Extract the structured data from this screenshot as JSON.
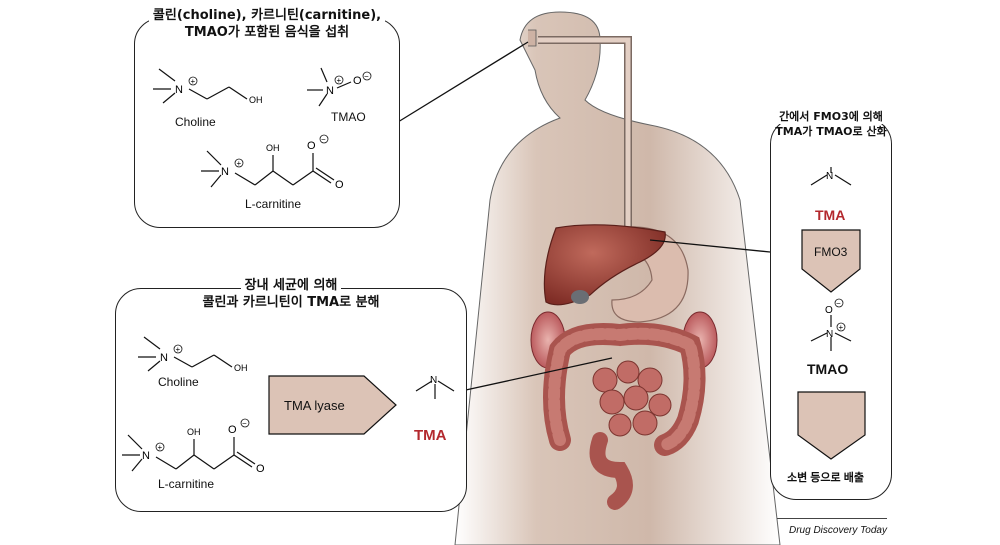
{
  "panel_top": {
    "title_line1": "콜린(choline), 카르니틴(carnitine),",
    "title_line2": "TMAO가 포함된 음식을 섭취",
    "choline": "Choline",
    "tmao": "TMAO",
    "carnitine": "L-carnitine"
  },
  "panel_bottom": {
    "title_line1": "장내 세균에 의해",
    "title_line2": "콜린과 카르니틴이 TMA로 분해",
    "choline": "Choline",
    "carnitine": "L-carnitine",
    "enzyme": "TMA lyase",
    "product": "TMA"
  },
  "panel_right": {
    "title_line1": "간에서 FMO3에 의해",
    "title_line2": "TMA가 TMAO로 산화",
    "tma": "TMA",
    "enzyme": "FMO3",
    "tmao": "TMAO",
    "excretion": "소변 등으로 배출"
  },
  "atoms": {
    "n": "N",
    "oh": "OH",
    "o": "O",
    "plus": "+",
    "minus": "−"
  },
  "credit": "Drug Discovery Today",
  "colors": {
    "tma_red": "#b3282d",
    "arrow_fill": "#dcc3b6",
    "skin": "#d8c2b5",
    "liver": "#9b3b32",
    "intestine": "#b25e56"
  }
}
